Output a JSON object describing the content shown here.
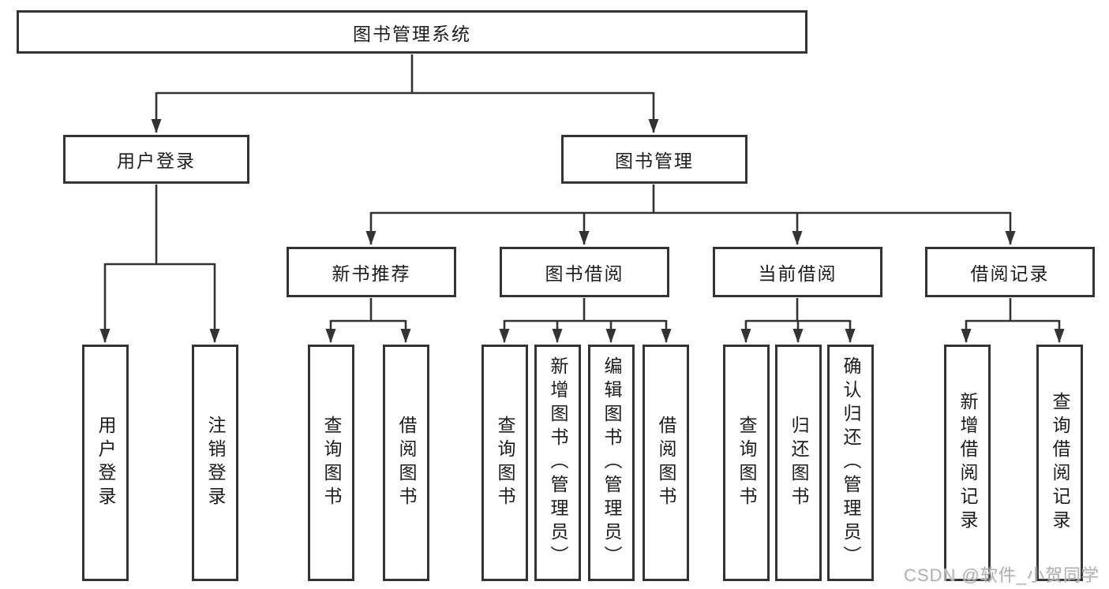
{
  "title": "图书管理系统",
  "tree": {
    "root": {
      "label": "图书管理系统"
    },
    "branches": [
      {
        "label": "用户登录",
        "children": [
          {
            "label": "用户登录"
          },
          {
            "label": "注销登录"
          }
        ]
      },
      {
        "label": "图书管理",
        "groups": [
          {
            "label": "新书推荐",
            "children": [
              {
                "label": "查询图书"
              },
              {
                "label": "借阅图书"
              }
            ]
          },
          {
            "label": "图书借阅",
            "children": [
              {
                "label": "查询图书"
              },
              {
                "label": "新增图书（管理员）"
              },
              {
                "label": "编辑图书（管理员）"
              },
              {
                "label": "借阅图书"
              }
            ]
          },
          {
            "label": "当前借阅",
            "children": [
              {
                "label": "查询图书"
              },
              {
                "label": "归还图书"
              },
              {
                "label": "确认归还（管理员）"
              }
            ]
          },
          {
            "label": "借阅记录",
            "children": [
              {
                "label": "新增借阅记录"
              },
              {
                "label": "查询借阅记录"
              }
            ]
          }
        ]
      }
    ]
  },
  "watermark": "CSDN @软件_小贺同学",
  "colors": {
    "line": "#333333",
    "box_border": "#333333",
    "text": "#1c1c1c",
    "watermark": "#b2b2b2",
    "background": "#ffffff"
  }
}
